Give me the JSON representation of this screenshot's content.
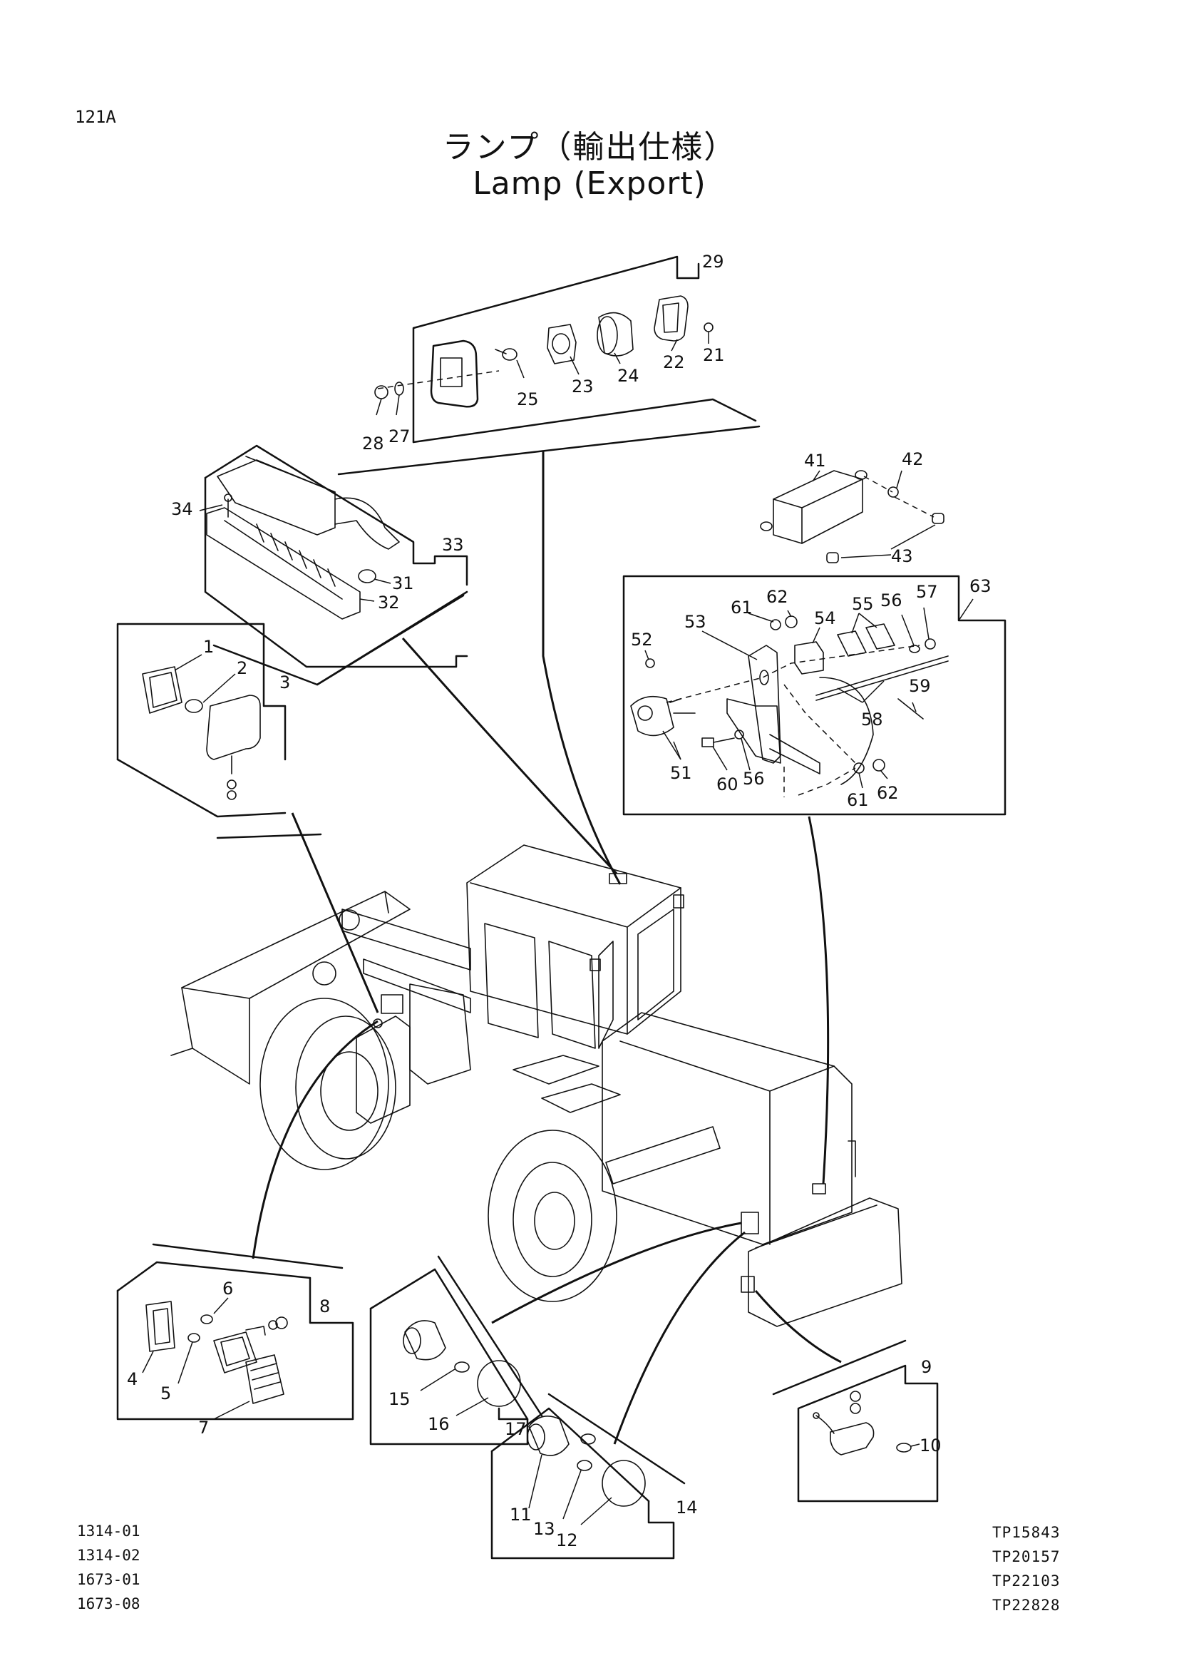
{
  "page_number": "121A",
  "title_jp": "ランプ（輸出仕様）",
  "title_en": "Lamp (Export)",
  "codes_left": [
    "1314-01",
    "1314-02",
    "1673-01",
    "1673-08"
  ],
  "codes_right": [
    "TP15843",
    "TP20157",
    "TP22103",
    "TP22828"
  ],
  "callouts": {
    "c1": "1",
    "c2": "2",
    "c3": "3",
    "c4": "4",
    "c5": "5",
    "c6": "6",
    "c7": "7",
    "c8": "8",
    "c9": "9",
    "c10": "10",
    "c11": "11",
    "c12": "12",
    "c13": "13",
    "c14": "14",
    "c15": "15",
    "c16": "16",
    "c17": "17",
    "c21": "21",
    "c22": "22",
    "c23": "23",
    "c24": "24",
    "c25": "25",
    "c27": "27",
    "c28": "28",
    "c29": "29",
    "c31": "31",
    "c32": "32",
    "c33": "33",
    "c34": "34",
    "c41": "41",
    "c42": "42",
    "c43": "43",
    "c51": "51",
    "c52": "52",
    "c53": "53",
    "c54": "54",
    "c55": "55",
    "c56": "56",
    "c57": "57",
    "c58": "58",
    "c59": "59",
    "c60": "60",
    "c61": "61",
    "c62": "62",
    "c63": "63"
  }
}
